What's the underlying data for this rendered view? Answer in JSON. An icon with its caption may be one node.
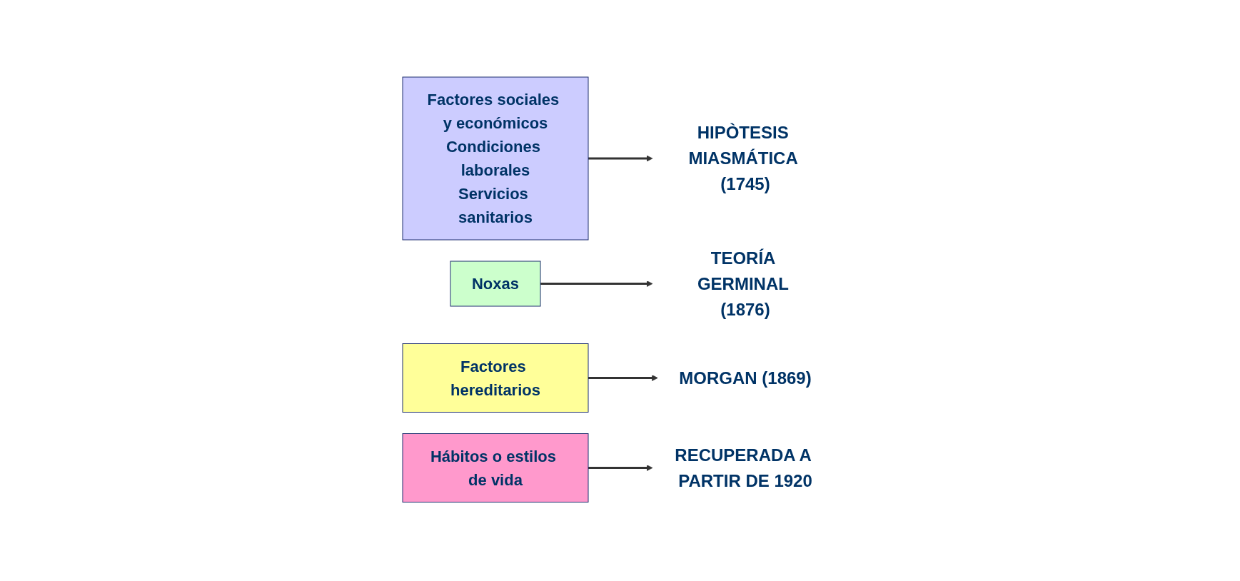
{
  "diagram": {
    "nodes": [
      {
        "text": [
          "Factores sociales y económicos",
          "Condiciones laborales",
          "Servicios sanitarios"
        ]
      },
      {
        "text": [
          "HIPÒTESIS MIASMÁTICA (1745)"
        ]
      },
      {
        "text": [
          "Noxas"
        ]
      },
      {
        "text": [
          "TEORÍA GERMINAL (1876)"
        ]
      },
      {
        "text": [
          "Factores hereditarios"
        ]
      },
      {
        "text": [
          "MORGAN (1869)"
        ]
      },
      {
        "text": [
          "Hábitos o estilos de vida"
        ]
      },
      {
        "text": [
          "RECUPERADA A PARTIR DE 1920"
        ]
      }
    ],
    "edges": [
      {
        "from": 0,
        "to": 1,
        "arrow": "to"
      },
      {
        "from": 2,
        "to": 3,
        "arrow": "to"
      },
      {
        "from": 4,
        "to": 5,
        "arrow": "to"
      },
      {
        "from": 6,
        "to": 7,
        "arrow": "to"
      }
    ]
  }
}
